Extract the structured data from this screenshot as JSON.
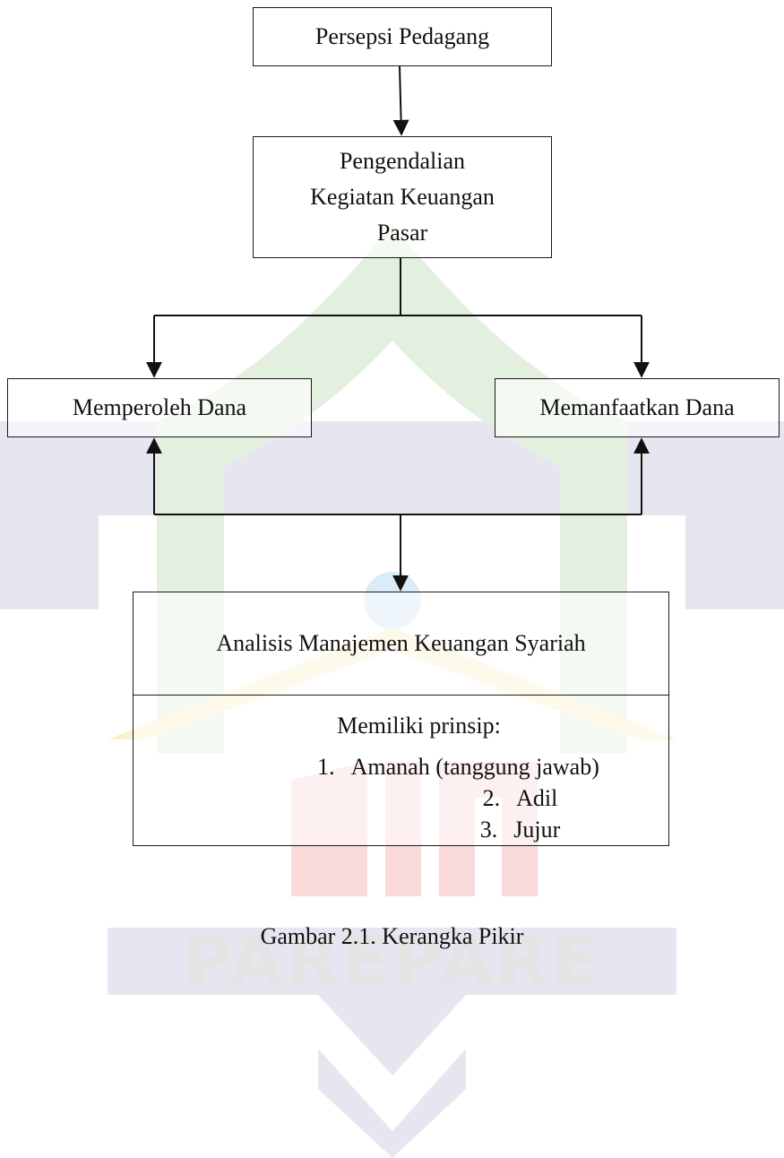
{
  "diagram": {
    "nodes": {
      "persepsi": "Persepsi Pedagang",
      "pengendalian": [
        "Pengendalian",
        "Kegiatan Keuangan",
        "Pasar"
      ],
      "memperoleh": "Memperoleh Dana",
      "memanfaatkan": "Memanfaatkan Dana",
      "analisis": "Analisis Manajemen Keuangan Syariah",
      "prinsip_heading": "Memiliki prinsip:",
      "prinsip_items": [
        {
          "num": "1.",
          "text": "Amanah (tanggung jawab)"
        },
        {
          "num": "2.",
          "text": "Adil"
        },
        {
          "num": "3.",
          "text": "Jujur"
        }
      ]
    },
    "edges": [
      {
        "from": "persepsi",
        "to": "pengendalian"
      },
      {
        "from": "pengendalian",
        "to": "memperoleh"
      },
      {
        "from": "pengendalian",
        "to": "memanfaatkan"
      },
      {
        "from": "analisis",
        "to": "memperoleh"
      },
      {
        "from": "analisis",
        "to": "memanfaatkan"
      },
      {
        "from": "memperoleh",
        "to": "analisis"
      }
    ],
    "caption": "Gambar 2.1. Kerangka Pikir"
  },
  "watermark": {
    "text": "PAREPARE",
    "colors": {
      "green": "#e3efdf",
      "yellow": "#fbf1cc",
      "red": "#f9d9d9",
      "lavender": "#e6e6f1",
      "blue": "#d9ecf7",
      "gray": "#e4e4e4"
    }
  }
}
